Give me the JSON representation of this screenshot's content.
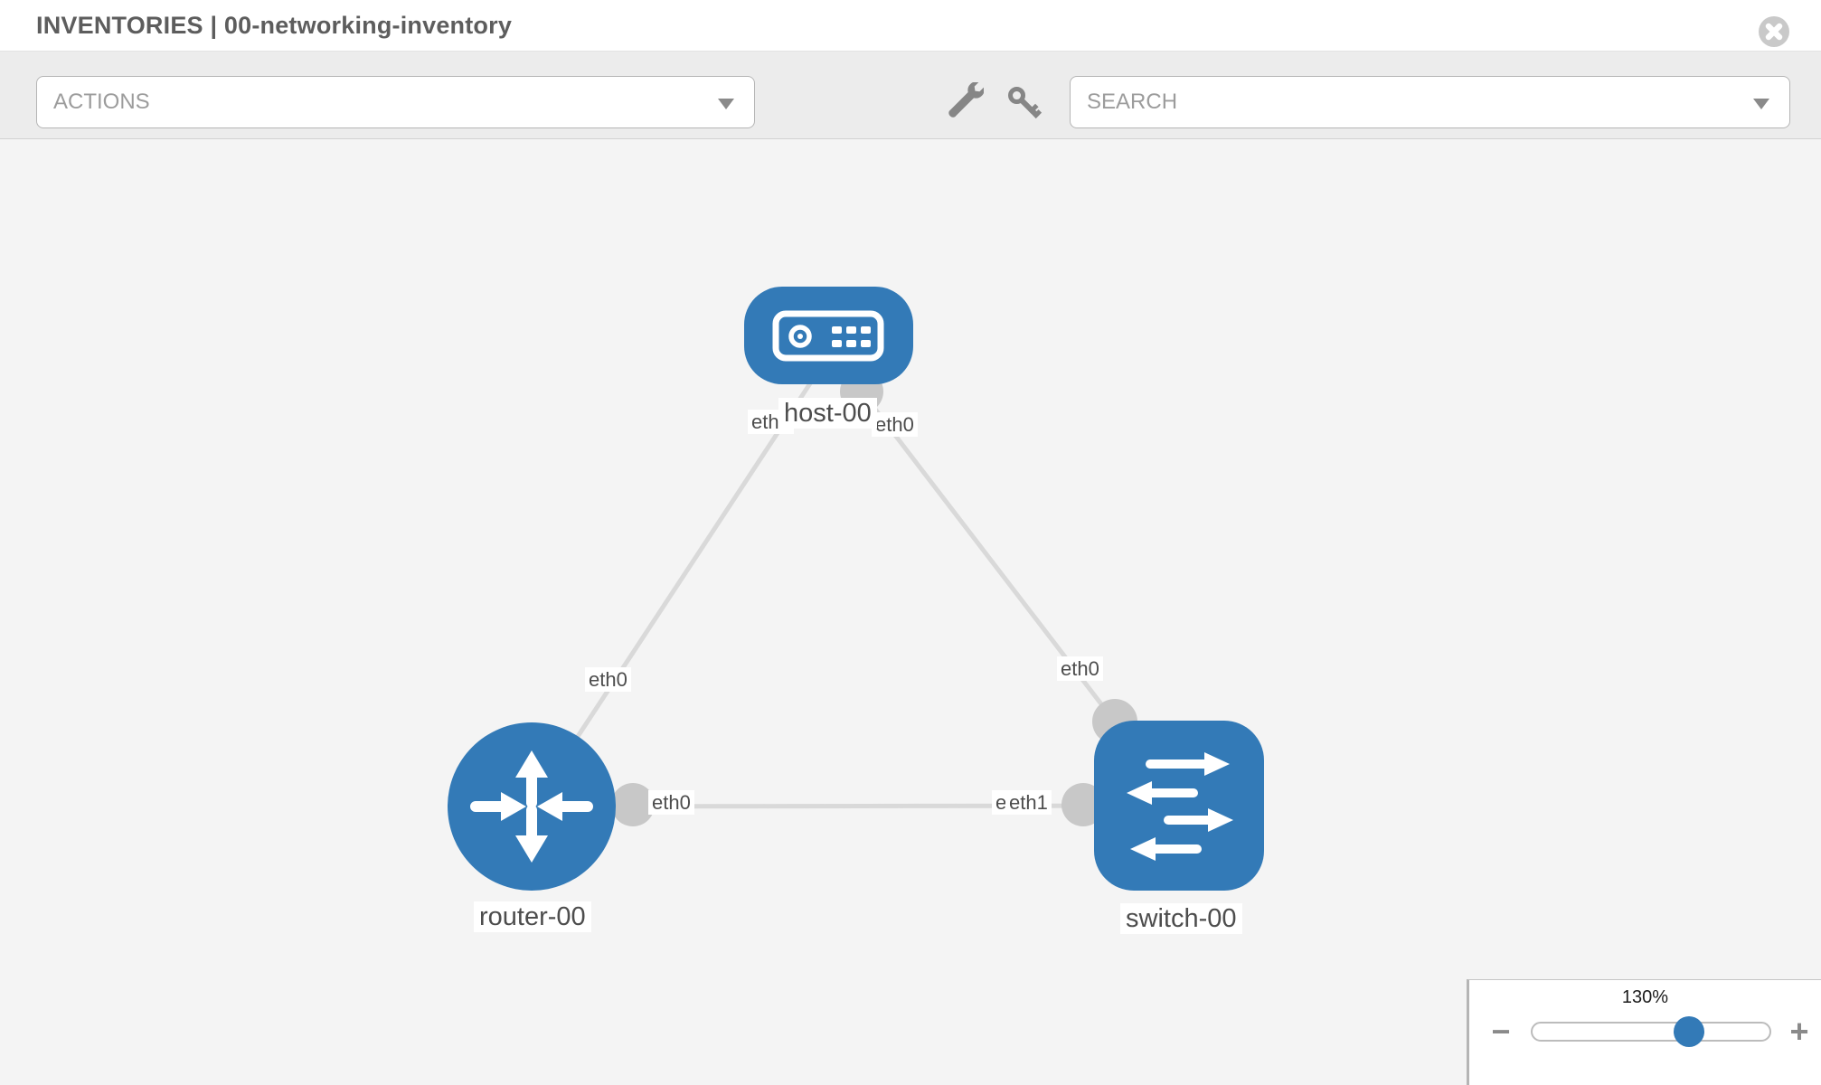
{
  "header": {
    "title": "INVENTORIES | 00-networking-inventory"
  },
  "toolbar": {
    "actions_label": "ACTIONS",
    "search_placeholder": "SEARCH"
  },
  "zoom_panel": {
    "level": "130%",
    "zoom_out_label": "−",
    "zoom_in_label": "+"
  },
  "colors": {
    "node_fill": "#337ab7",
    "link_stroke": "#d9d9d9",
    "connector_fill": "#c8c8c8",
    "canvas_bg": "#f4f4f4"
  },
  "topology": {
    "nodes": [
      {
        "label": "host-00",
        "type": "host"
      },
      {
        "label": "router-00",
        "type": "router"
      },
      {
        "label": "switch-00",
        "type": "switch"
      }
    ],
    "links": [
      {
        "from": "host-00",
        "from_interface": "eth0",
        "to": "router-00",
        "to_interface": "eth0"
      },
      {
        "from": "host-00",
        "from_interface": "eth0",
        "to": "switch-00",
        "to_interface": "eth0"
      },
      {
        "from": "router-00",
        "from_interface": "eth0",
        "to": "switch-00",
        "to_interface": "eth1"
      }
    ],
    "iface_labels": [
      "eth0",
      "eth0",
      "eth0",
      "eth0",
      "eth0",
      "eth0",
      "eth1"
    ]
  }
}
